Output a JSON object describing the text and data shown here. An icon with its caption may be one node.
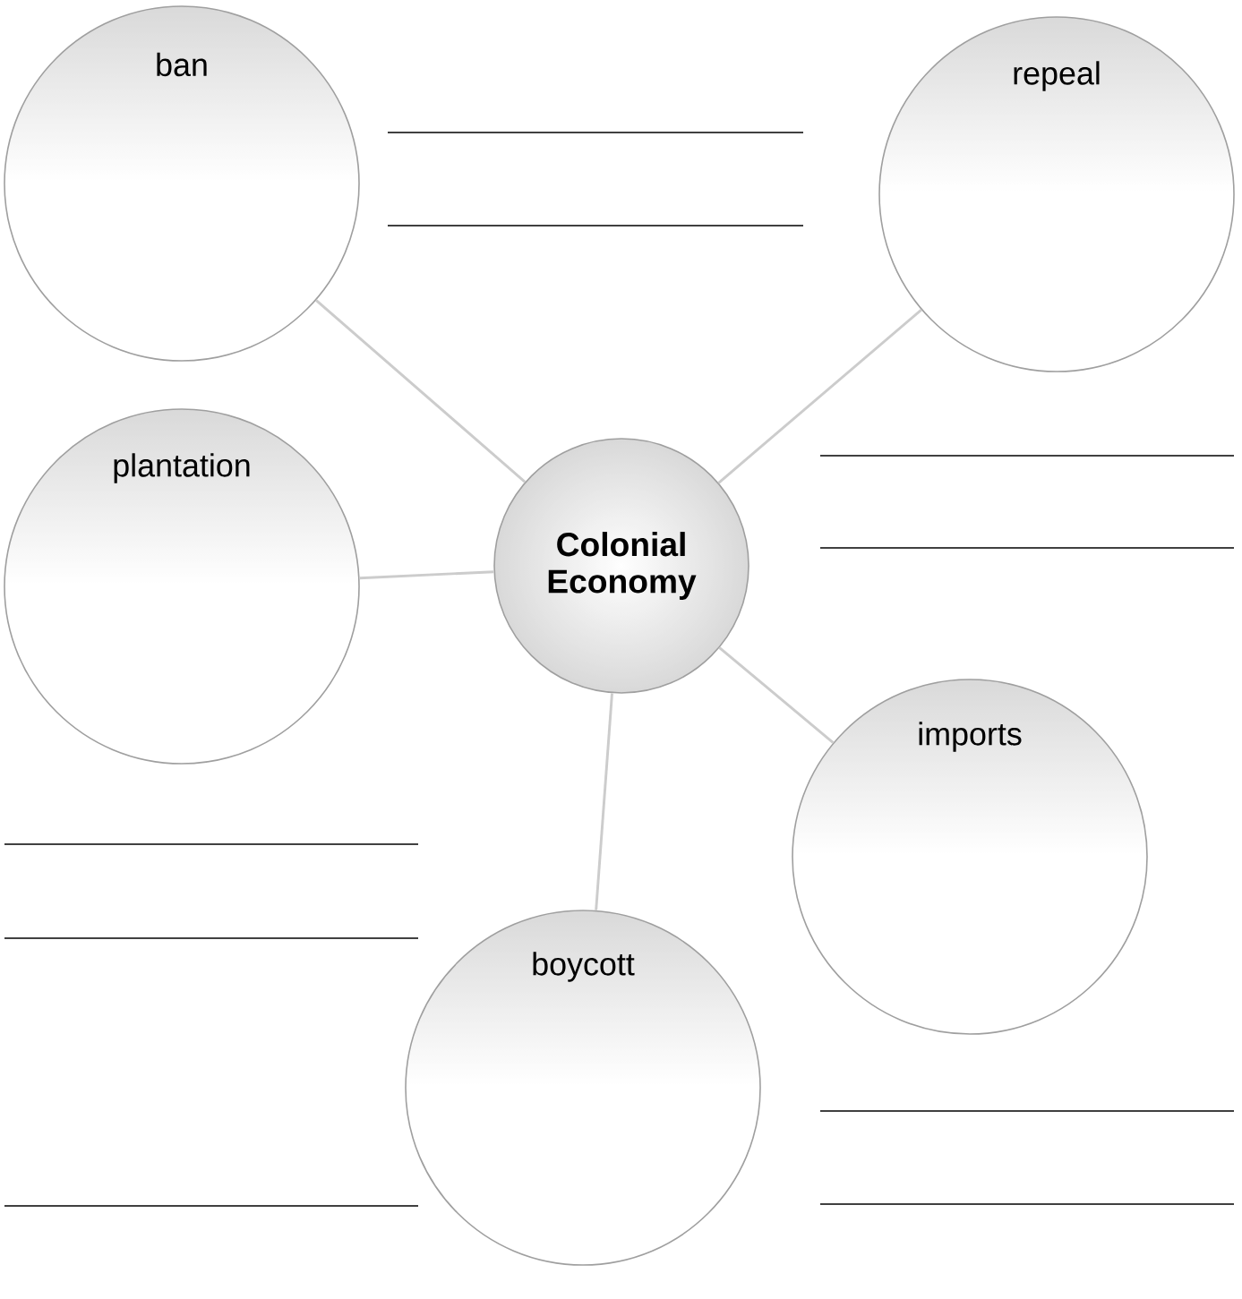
{
  "diagram": {
    "nodes": [
      {
        "text": [
          "ban"
        ]
      },
      {
        "text": [
          "repeal"
        ]
      },
      {
        "text": [
          "plantation"
        ]
      },
      {
        "text": [
          "Colonial Economy"
        ]
      },
      {
        "text": [
          "imports"
        ]
      },
      {
        "text": [
          "boycott"
        ]
      }
    ],
    "edges": [
      {
        "from": 3,
        "to": 0,
        "arrow": "none"
      },
      {
        "from": 3,
        "to": 1,
        "arrow": "none"
      },
      {
        "from": 3,
        "to": 2,
        "arrow": "none"
      },
      {
        "from": 3,
        "to": 4,
        "arrow": "none"
      },
      {
        "from": 3,
        "to": 5,
        "arrow": "none"
      }
    ]
  }
}
